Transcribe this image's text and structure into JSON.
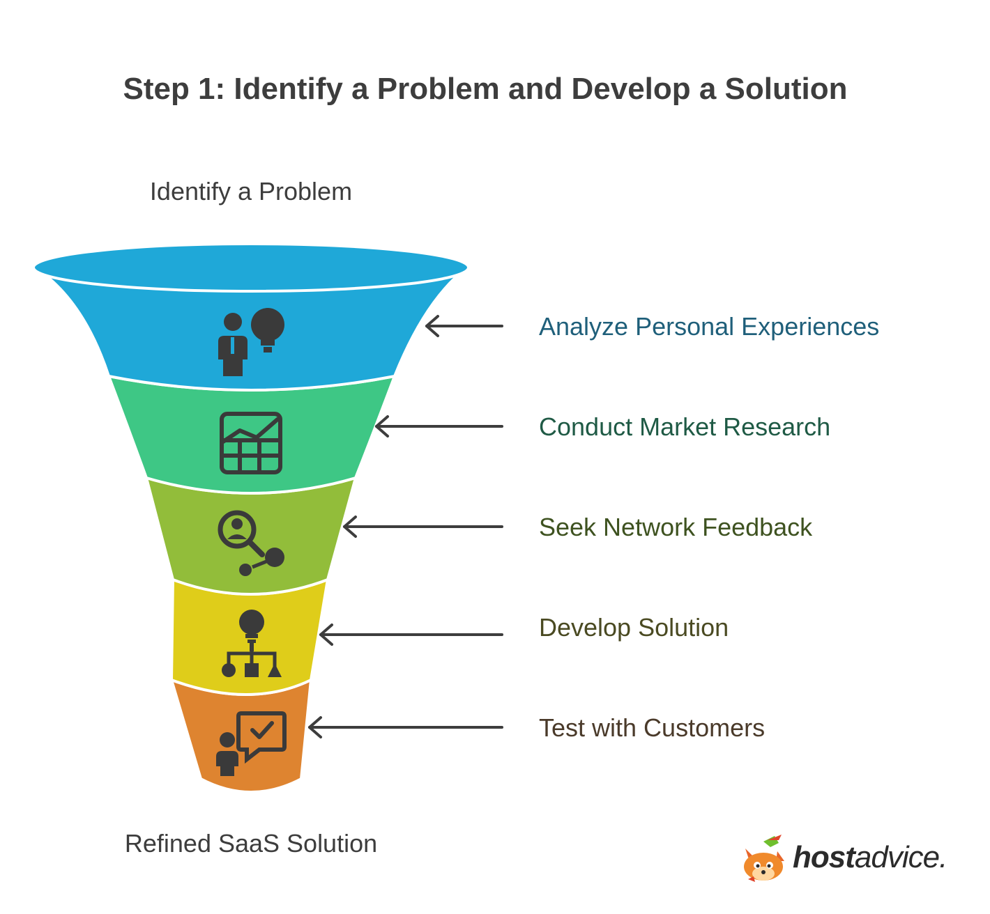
{
  "title": "Step 1: Identify a Problem and Develop a Solution",
  "funnel": {
    "top_label": "Identify a Problem",
    "bottom_label": "Refined SaaS Solution",
    "stages": [
      {
        "label": "Analyze Personal Experiences",
        "color": "#1fa8d8",
        "label_color": "#1f5f7a",
        "icon": "person-lightbulb-icon"
      },
      {
        "label": "Conduct Market Research",
        "color": "#3ec785",
        "label_color": "#1f5a45",
        "icon": "growth-chart-icon"
      },
      {
        "label": "Seek Network Feedback",
        "color": "#92bd3a",
        "label_color": "#3e5220",
        "icon": "person-search-network-icon"
      },
      {
        "label": "Develop Solution",
        "color": "#dfcd1a",
        "label_color": "#4a4a22",
        "icon": "idea-hierarchy-icon"
      },
      {
        "label": "Test with Customers",
        "color": "#de8430",
        "label_color": "#4a3a2a",
        "icon": "person-checkmark-chat-icon"
      }
    ]
  },
  "logo": {
    "bold_part": "host",
    "regular_part": "advice."
  }
}
